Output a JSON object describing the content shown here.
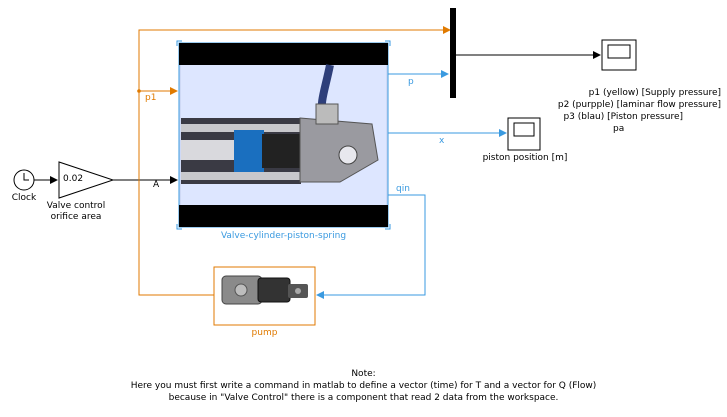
{
  "blocks": {
    "clock": {
      "label": "Clock"
    },
    "gain": {
      "value": "0.02",
      "label_line1": "Valve control",
      "label_line2": "orifice area"
    },
    "subsystem": {
      "label": "Valve-cylinder-piston-spring"
    },
    "pump": {
      "label": "pump"
    },
    "scope_main": {
      "legend": [
        "p1 (yellow) [Supply pressure]",
        "p2 (purpple) [laminar flow pressure]",
        "p3 (blau) [Piston pressure]",
        "pa"
      ]
    },
    "scope_position": {
      "label": "piston position [m]"
    }
  },
  "signals": {
    "a": "A",
    "p1": "p1",
    "p": "p",
    "x": "x",
    "qin": "qin"
  },
  "colors": {
    "orange": "#e07a00",
    "blue": "#3a9ae0",
    "black": "#000000",
    "subsystem_bg": "#d6e4ff"
  },
  "note": {
    "title": "Note:",
    "line1": "Here you must first write a command in matlab to define a vector (time) for T and a vector for Q (Flow)",
    "line2": "because in \"Valve Control\" there is a component that read 2 data from the workspace."
  }
}
